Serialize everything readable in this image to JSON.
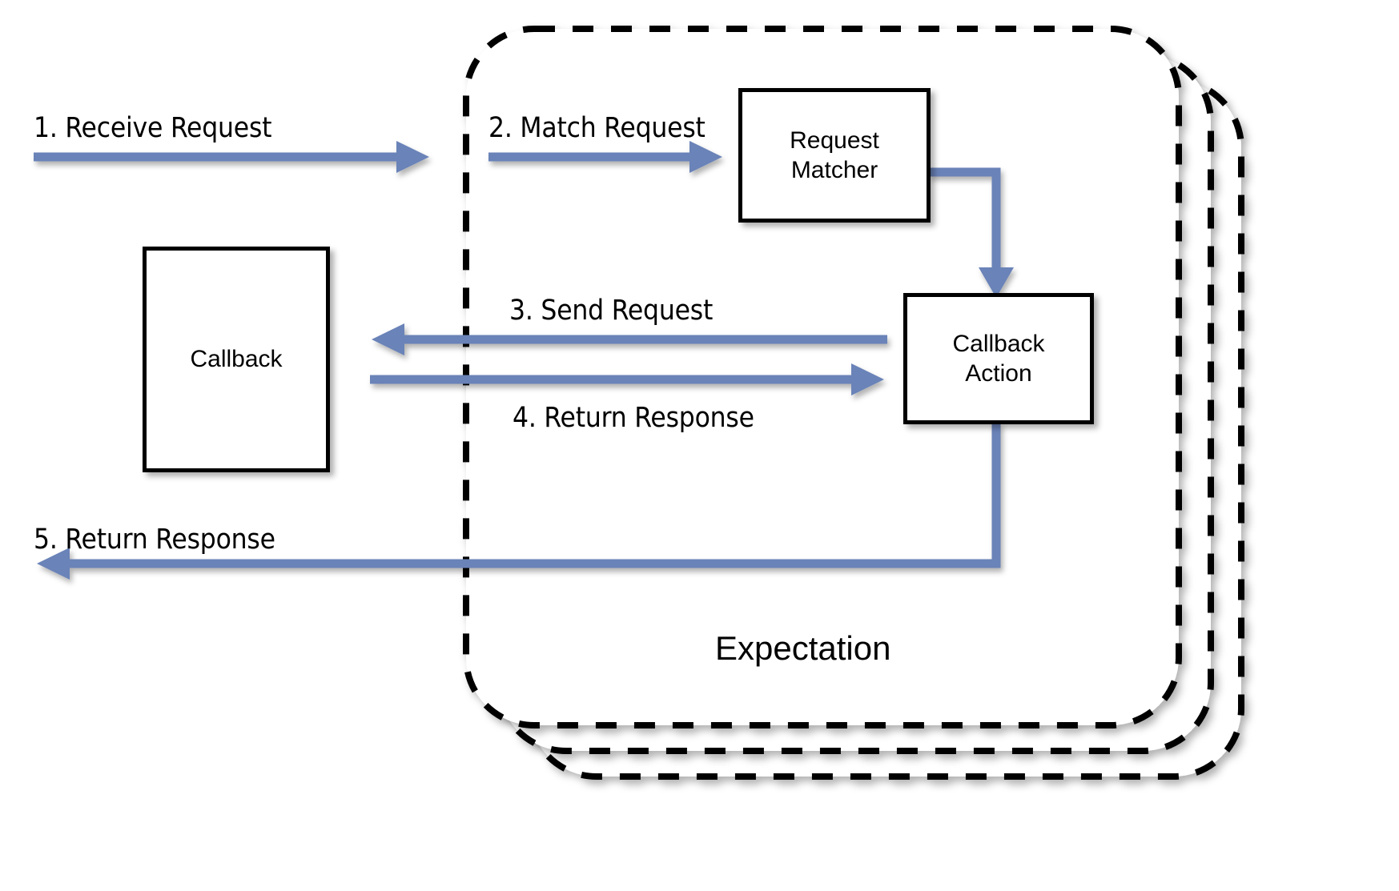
{
  "diagram": {
    "title": "Expectation",
    "accent_color": "#6b83b8",
    "stroke_color": "#000000",
    "background_color": "#ffffff",
    "container": {
      "label": "Expectation",
      "style": "dashed-rounded-rectangle",
      "stack_count": 3
    },
    "boxes": [
      {
        "id": "callback",
        "label": "Callback",
        "inside_container": false
      },
      {
        "id": "request-matcher",
        "label": "Request\nMatcher",
        "line1": "Request",
        "line2": "Matcher",
        "inside_container": true
      },
      {
        "id": "callback-action",
        "label": "Callback\nAction",
        "line1": "Callback",
        "line2": "Action",
        "inside_container": true
      }
    ],
    "steps": [
      {
        "number": "1",
        "label": "1. Receive Request",
        "direction": "right",
        "from": "client",
        "to": "expectation"
      },
      {
        "number": "2",
        "label": "2. Match Request",
        "direction": "right",
        "from": "expectation",
        "to": "request-matcher"
      },
      {
        "number": "3",
        "label": "3. Send Request",
        "direction": "left",
        "from": "callback-action",
        "to": "callback"
      },
      {
        "number": "4",
        "label": "4. Return Response",
        "direction": "right",
        "from": "callback",
        "to": "callback-action"
      },
      {
        "number": "5",
        "label": "5. Return Response",
        "direction": "left",
        "from": "callback-action",
        "to": "client"
      }
    ],
    "connectors": [
      {
        "id": "matcher-to-action",
        "from": "request-matcher",
        "to": "callback-action",
        "style": "elbow-right-down"
      },
      {
        "id": "action-to-exit",
        "from": "callback-action",
        "to": "step-5-line",
        "style": "elbow-down-left"
      }
    ]
  }
}
